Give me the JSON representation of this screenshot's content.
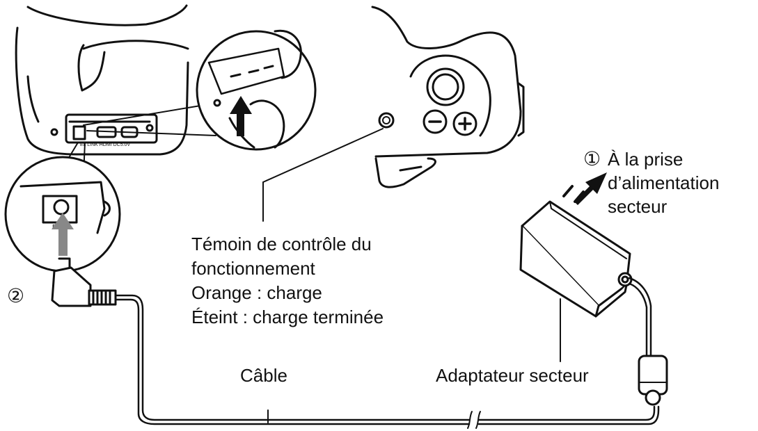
{
  "step1": {
    "marker": "①",
    "line1": "À la prise",
    "line2": "d’alimentation",
    "line3": "secteur"
  },
  "step2": {
    "marker": "②"
  },
  "indicator": {
    "line1": "Témoin de contrôle du",
    "line2": "fonctionnement",
    "line3": "Orange : charge",
    "line4": "Éteint : charge terminée"
  },
  "cable_label": "Câble",
  "adapter_label": "Adaptateur secteur",
  "port_markings": {
    "row": "EL LINK HDMI DC5.0V",
    "jack": "P"
  }
}
